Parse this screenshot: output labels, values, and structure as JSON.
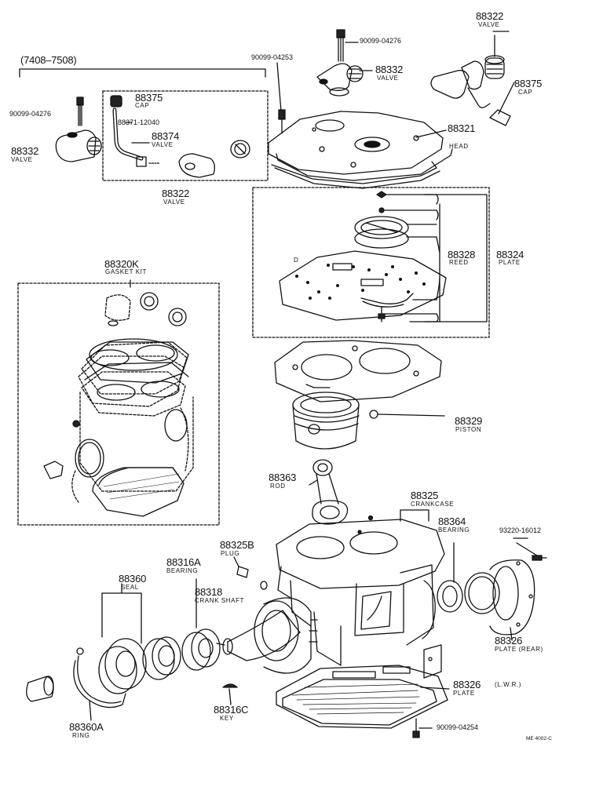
{
  "date_range": "(7408–7508)",
  "callouts": {
    "p88322_top": {
      "num": "88322",
      "name": "VALVE"
    },
    "p90099_04276_top": {
      "num": "90099-04276"
    },
    "p90099_04253": {
      "num": "90099-04253"
    },
    "p88332_top": {
      "num": "88332",
      "name": "VALVE"
    },
    "p88375_right": {
      "num": "88375",
      "name": "CAP"
    },
    "p88321": {
      "num": "88321",
      "name": "HEAD"
    },
    "p90099_04276_left": {
      "num": "90099-04276"
    },
    "p88375_left": {
      "num": "88375",
      "name": "CAP"
    },
    "p88371": {
      "num": "88371-12040"
    },
    "p88374": {
      "num": "88374",
      "name": "VALVE"
    },
    "p88332_left": {
      "num": "88332",
      "name": "VALVE"
    },
    "p88322_left": {
      "num": "88322",
      "name": "VALVE"
    },
    "p88320K": {
      "num": "88320K",
      "name": "GASKET KIT"
    },
    "p88328": {
      "num": "88328",
      "name": "REED"
    },
    "p88324": {
      "num": "88324",
      "name": "PLATE"
    },
    "p88329": {
      "num": "88329",
      "name": "PISTON"
    },
    "p88363": {
      "num": "88363",
      "name": "ROD"
    },
    "p88325": {
      "num": "88325",
      "name": "CRANKCASE"
    },
    "p88364": {
      "num": "88364",
      "name": "BEARING"
    },
    "p93220": {
      "num": "93220-16012"
    },
    "p88325B": {
      "num": "88325B",
      "name": "PLUG"
    },
    "p88316A": {
      "num": "88316A",
      "name": "BEARING"
    },
    "p88360": {
      "num": "88360",
      "name": "SEAL"
    },
    "p88318": {
      "num": "88318",
      "name": "CRANK SHAFT"
    },
    "p88326_rear": {
      "num": "88326",
      "name": "PLATE (REAR)"
    },
    "p88326_lwr": {
      "num": "88326",
      "name": "PLATE",
      "suffix": "(L.W.R.)"
    },
    "p90099_04254": {
      "num": "90099-04254"
    },
    "p88316C": {
      "num": "88316C",
      "name": "KEY"
    },
    "p88360A": {
      "num": "88360A",
      "name": "RING"
    }
  },
  "drawing_code": "ME 4002-C"
}
